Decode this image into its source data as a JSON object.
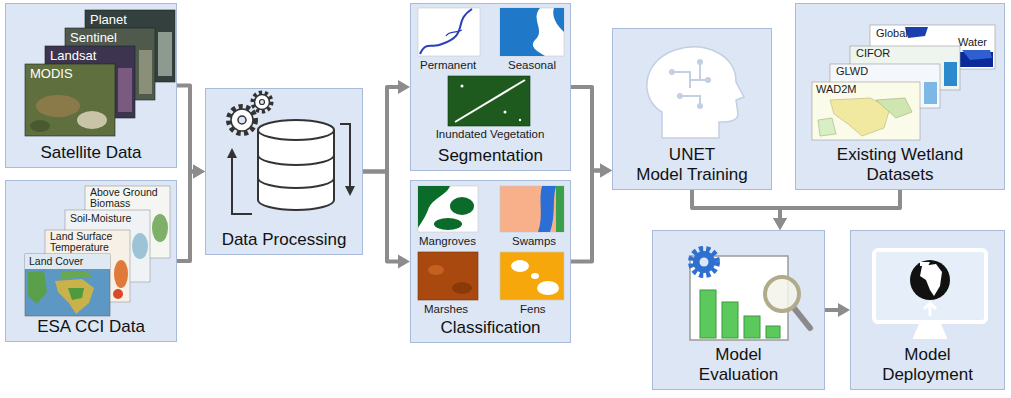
{
  "diagram": {
    "nodes": [
      {
        "text": [
          "Satellite Data"
        ]
      },
      {
        "text": [
          "ESA CCI Data"
        ]
      },
      {
        "text": [
          "Data Processing"
        ]
      },
      {
        "text": [
          "Segmentation"
        ]
      },
      {
        "text": [
          "Classification"
        ]
      },
      {
        "text": [
          "UNET",
          "Model Training"
        ]
      },
      {
        "text": [
          "Existing Wetland Datasets"
        ]
      },
      {
        "text": [
          "Model Evaluation"
        ]
      },
      {
        "text": [
          "Model Deployment"
        ]
      }
    ],
    "edges": [
      {
        "from": 0,
        "to": 2,
        "arrow": "to"
      },
      {
        "from": 1,
        "to": 2,
        "arrow": "to"
      },
      {
        "from": 2,
        "to": 3,
        "arrow": "to"
      },
      {
        "from": 2,
        "to": 4,
        "arrow": "to"
      },
      {
        "from": 3,
        "to": 5,
        "arrow": "to"
      },
      {
        "from": 4,
        "to": 5,
        "arrow": "to"
      },
      {
        "from": 5,
        "to": 7,
        "arrow": "to"
      },
      {
        "from": 6,
        "to": 7,
        "arrow": "to"
      },
      {
        "from": 7,
        "to": 8,
        "arrow": "to"
      }
    ],
    "labels": [
      "Planet",
      "Sentinel",
      "Landsat",
      "MODIS",
      "Above Ground Biomass",
      "Soil-Moisture",
      "Land Surface Temperature",
      "Land Cover",
      "Permanent",
      "Seasonal",
      "Inundated Vegetation",
      "Mangroves",
      "Swamps",
      "Marshes",
      "Fens",
      "Global",
      "Water",
      "CIFOR",
      "GLWD",
      "WAD2M"
    ]
  }
}
